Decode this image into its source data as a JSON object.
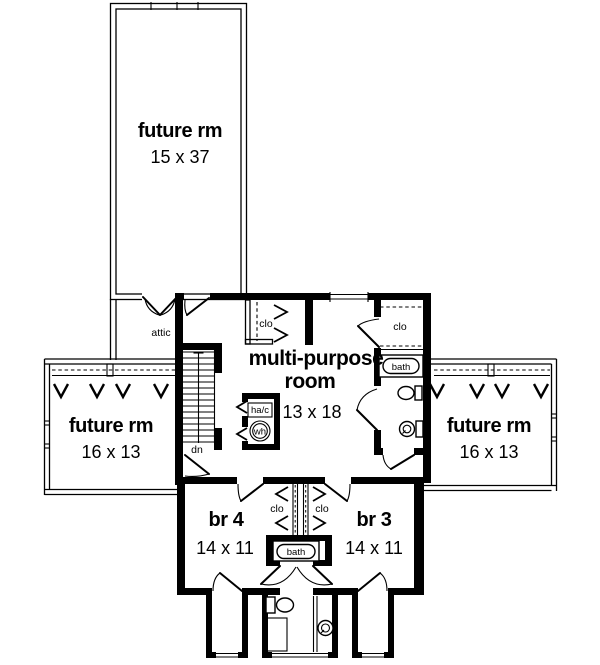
{
  "rooms": {
    "future_top": {
      "name": "future rm",
      "dims": "15 x 37"
    },
    "future_left": {
      "name": "future rm",
      "dims": "16 x 13"
    },
    "future_right": {
      "name": "future rm",
      "dims": "16 x 13"
    },
    "multi_purpose": {
      "line1": "multi-purpose",
      "line2": "room",
      "dims": "13 x 18"
    },
    "br4": {
      "name": "br 4",
      "dims": "14 x 11"
    },
    "br3": {
      "name": "br 3",
      "dims": "14 x 11"
    }
  },
  "labels": {
    "attic": "attic",
    "stairs_dn": "dn",
    "closet_top": "clo",
    "closet_right": "clo",
    "closet_br4": "clo",
    "closet_br3": "clo",
    "bath_right": "bath",
    "bath_center": "bath",
    "hac_unit": "ha/c",
    "water_heater": "wh"
  },
  "colors": {
    "wall": "#000000",
    "background": "#ffffff"
  }
}
